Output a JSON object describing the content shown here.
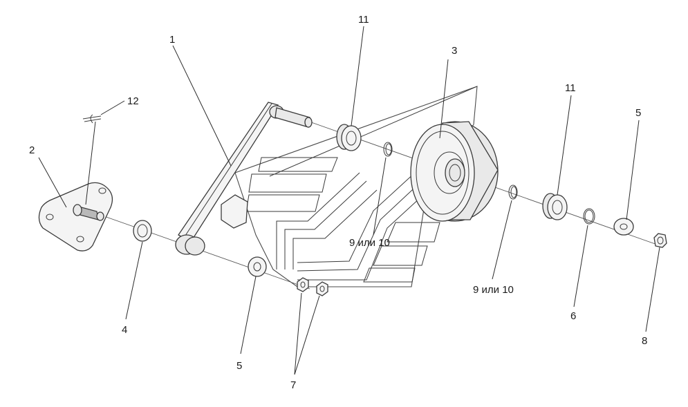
{
  "labels": {
    "l1": "1",
    "l2": "2",
    "l3": "3",
    "l4": "4",
    "l5a": "5",
    "l5b": "5",
    "l6": "6",
    "l7": "7",
    "l8": "8",
    "l9a": "9 или 10",
    "l9b": "9 или 10",
    "l11a": "11",
    "l11b": "11",
    "l12": "12"
  }
}
